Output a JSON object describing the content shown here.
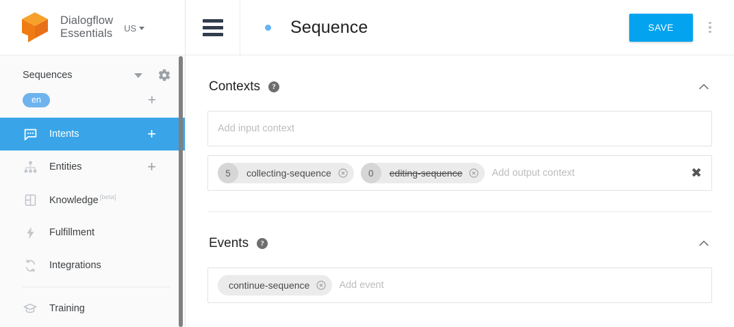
{
  "sidebar": {
    "brand": {
      "line1": "Dialogflow",
      "line2": "Essentials",
      "region": "US",
      "logo_icon": "dialogflow-cube-logo"
    },
    "agent": {
      "name": "Sequences",
      "caret_icon": "caret-down-icon",
      "settings_icon": "gear-icon"
    },
    "language": {
      "chip": "en",
      "add_icon": "plus-icon"
    },
    "items": [
      {
        "label": "Intents",
        "icon": "speech-bubble-icon",
        "active": true,
        "plus": "+"
      },
      {
        "label": "Entities",
        "icon": "hierarchy-icon",
        "active": false,
        "plus": "+"
      },
      {
        "label": "Knowledge",
        "icon": "book-icon",
        "active": false,
        "badge": "[beta]"
      },
      {
        "label": "Fulfillment",
        "icon": "lightning-bolt-icon",
        "active": false
      },
      {
        "label": "Integrations",
        "icon": "sync-arrows-icon",
        "active": false
      },
      {
        "label": "Training",
        "icon": "graduation-cap-icon",
        "active": false
      }
    ]
  },
  "topbar": {
    "menu_icon": "hamburger-menu-icon",
    "dirty_indicator": "unsaved-changes-dot",
    "title": "Sequence",
    "save_label": "SAVE",
    "more_icon": "kebab-menu-icon"
  },
  "sections": {
    "contexts": {
      "title": "Contexts",
      "help_icon": "help-circle-icon",
      "collapse_icon": "chevron-up-icon",
      "input_placeholder": "Add input context",
      "output_placeholder": "Add output context",
      "clear_icon": "close-x-icon",
      "output_chips": [
        {
          "count": "5",
          "label": "collecting-sequence",
          "expired": false,
          "remove_icon": "remove-circle-icon"
        },
        {
          "count": "0",
          "label": "editing-sequence",
          "expired": true,
          "remove_icon": "remove-circle-icon"
        }
      ]
    },
    "events": {
      "title": "Events",
      "help_icon": "help-circle-icon",
      "collapse_icon": "chevron-up-icon",
      "placeholder": "Add event",
      "chips": [
        {
          "label": "continue-sequence",
          "remove_icon": "remove-circle-icon"
        }
      ]
    }
  },
  "colors": {
    "accent_blue": "#03a3ef",
    "nav_active": "#39a5e8",
    "lang_chip": "#6eb3ee",
    "logo_orange": "#ef7c13"
  }
}
